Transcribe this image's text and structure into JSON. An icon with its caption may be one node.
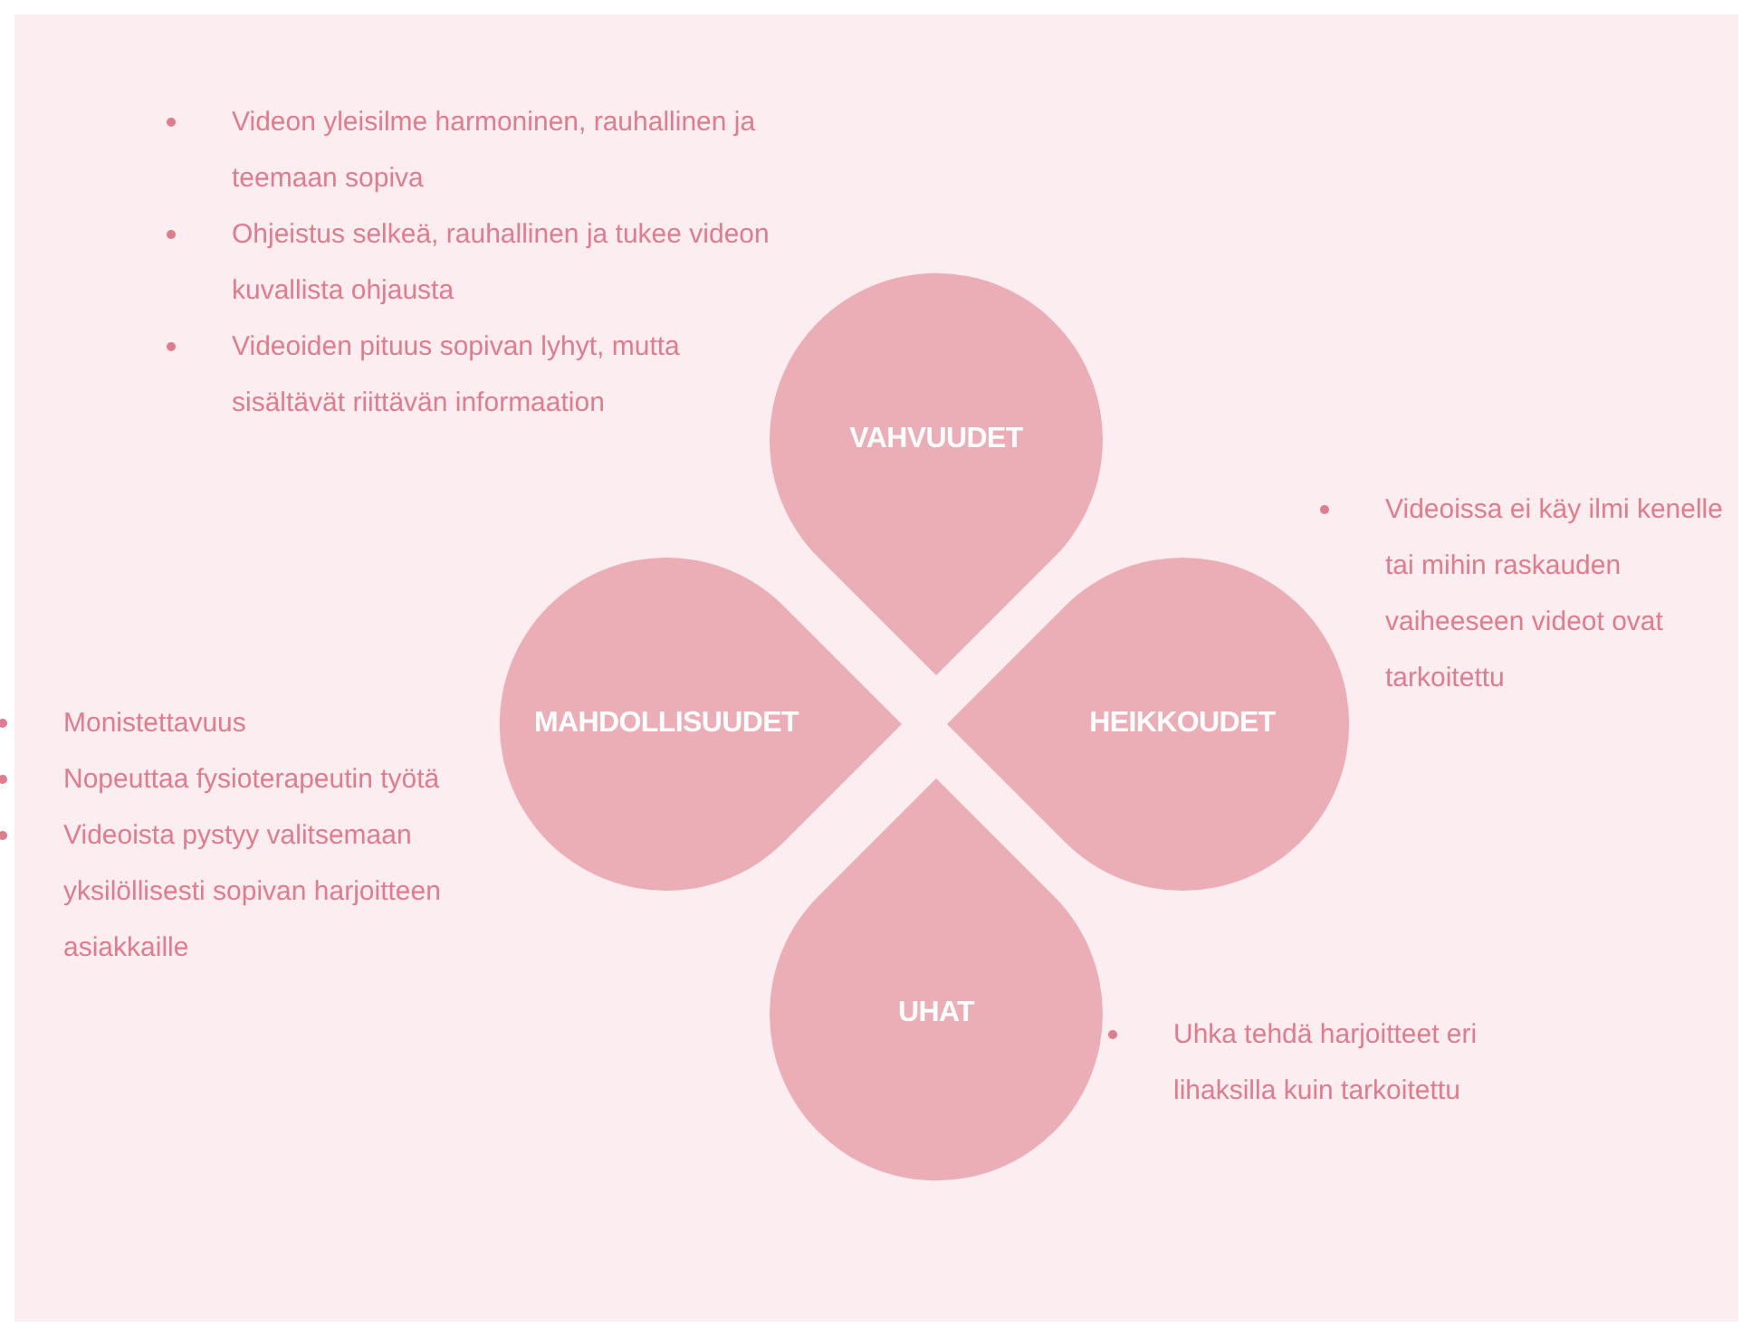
{
  "diagram": {
    "nodes": [
      {
        "text": [
          "VAHVUUDET"
        ],
        "beside": [
          "Videon yleisilme harmoninen, rauhallinen ja teemaan sopiva",
          "Ohjeistus selkeä, rauhallinen ja tukee videon kuvallista ohjausta",
          "Videoiden pituus sopivan lyhyt, mutta sisältävät riittävän informaation"
        ]
      },
      {
        "text": [
          "MAHDOLLISUUDET"
        ],
        "beside": [
          "Monistettavuus",
          "Nopeuttaa fysioterapeutin työtä",
          "Videoista pystyy valitsemaan yksilöllisesti sopivan harjoitteen asiakkaille"
        ]
      },
      {
        "text": [
          "HEIKKOUDET"
        ],
        "beside": [
          "Videoissa ei käy ilmi kenelle tai mihin raskauden vaiheeseen videot ovat tarkoitettu"
        ]
      },
      {
        "text": [
          "UHAT"
        ],
        "beside": [
          "Uhka tehdä harjoitteet eri lihaksilla kuin tarkoitettu"
        ]
      }
    ],
    "edges": []
  }
}
